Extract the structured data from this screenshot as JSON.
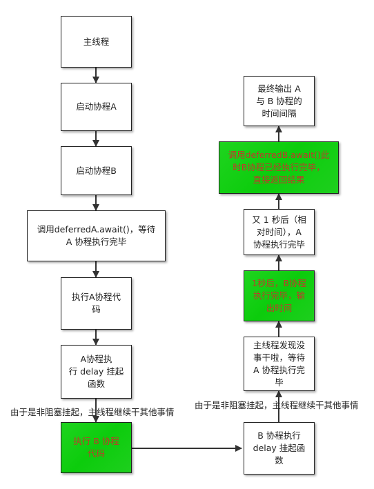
{
  "nodes": {
    "main_thread": "主线程",
    "start_a": "启动协程A",
    "start_b": "启动协程B",
    "await_a": "调用deferredA.await()，等待\nA 协程执行完毕",
    "exec_a": "执行A协程代\n码",
    "a_delay": "A协程执\n行 delay 挂起\n函数",
    "exec_b": "执行 B 协程\n代码",
    "b_delay": "B 协程执行\ndelay 挂起函\n数",
    "main_idle": "主线程发现没\n事干啦，等待\nA 协程执行完\n毕",
    "one_sec": "1秒后，B协程\n执行完毕，输\n出时间",
    "another_sec": "又 1 秒后（相\n对时间），A\n协程执行完毕",
    "await_b": "调用deferredB.await()此\n时B协程已经执行完毕，\n直接返回结果",
    "final": "最终输出 A\n与 B 协程的\n时间间隔"
  },
  "notes": {
    "left": "由于是非阻塞挂起，主线程继续干其他事情",
    "right": "由于是非阻塞挂起，主线程继续干其他事情"
  },
  "colors": {
    "green_fill": "#0ccc0c",
    "green_text": "#c0392b",
    "line": "#333333"
  }
}
